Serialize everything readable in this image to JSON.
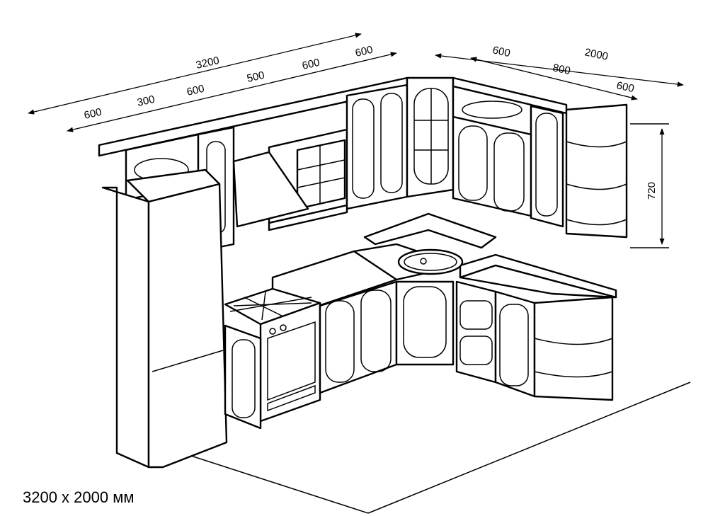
{
  "caption": "3200 x 2000 мм",
  "dimensions": {
    "total_left": "3200",
    "left_segments": [
      "600",
      "300",
      "600",
      "500",
      "600",
      "600"
    ],
    "total_right": "2000",
    "right_segments": [
      "600",
      "800",
      "600"
    ],
    "height": "720"
  }
}
